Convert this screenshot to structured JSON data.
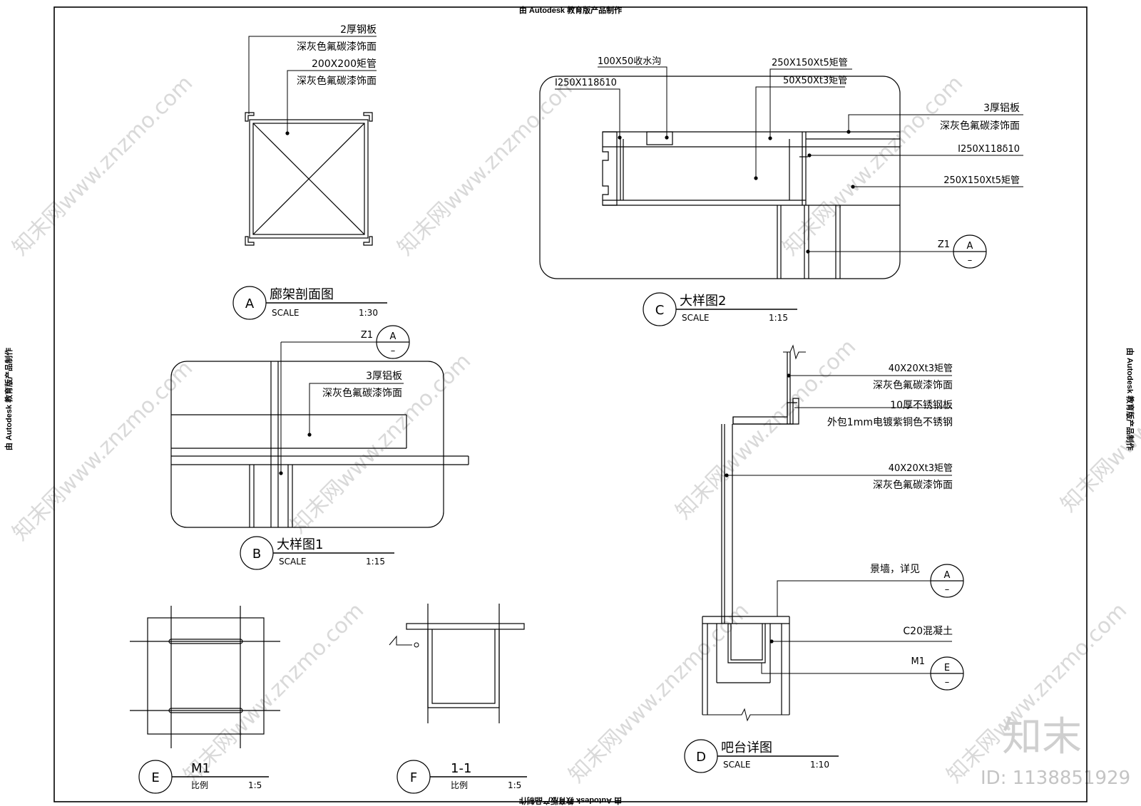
{
  "stamps": {
    "top": "由 Autodesk 教育版产品制作",
    "bottom": "由 Autodesk 教育版产品制作",
    "left": "由 Autodesk 教育版产品制作",
    "right": "由 Autodesk 教育版产品制作"
  },
  "watermark": {
    "text": "知末网www.znzmo.com",
    "logo": "知末",
    "id": "ID: 1138851929"
  },
  "detail_a": {
    "labels": [
      "2厚钢板",
      "深灰色氟碳漆饰面",
      "200X200矩管",
      "深灰色氟碳漆饰面"
    ],
    "tag": "A",
    "title": "廊架剖面图",
    "scale_label": "SCALE",
    "scale": "1:30"
  },
  "detail_b": {
    "ref": "Z1",
    "ref_top": "A",
    "ref_bottom": "–",
    "labels": [
      "3厚铝板",
      "深灰色氟碳漆饰面"
    ],
    "tag": "B",
    "title": "大样图1",
    "scale_label": "SCALE",
    "scale": "1:15"
  },
  "detail_c": {
    "labels": [
      "100X50收水沟",
      "250X150Xt5矩管",
      "I250X118δ10",
      "50X50Xt3矩管",
      "3厚铝板",
      "深灰色氟碳漆饰面",
      "I250X118δ10",
      "250X150Xt5矩管"
    ],
    "ref": "Z1",
    "ref_top": "A",
    "ref_bottom": "–",
    "tag": "C",
    "title": "大样图2",
    "scale_label": "SCALE",
    "scale": "1:15"
  },
  "detail_d": {
    "labels": [
      "40X20Xt3矩管",
      "深灰色氟碳漆饰面",
      "10厚不锈钢板",
      "外包1mm电镀紫铜色不锈钢",
      "40X20Xt3矩管",
      "深灰色氟碳漆饰面",
      "景墙，详见",
      "C20混凝土",
      "M1"
    ],
    "ref_wall_top": "A",
    "ref_wall_bottom": "–",
    "ref_m1_top": "E",
    "ref_m1_bottom": "–",
    "tag": "D",
    "title": "吧台详图",
    "scale_label": "SCALE",
    "scale": "1:10"
  },
  "detail_e": {
    "tag": "E",
    "title": "M1",
    "scale_label": "比例",
    "scale": "1:5"
  },
  "detail_f": {
    "tag": "F",
    "title": "1-1",
    "scale_label": "比例",
    "scale": "1:5"
  }
}
